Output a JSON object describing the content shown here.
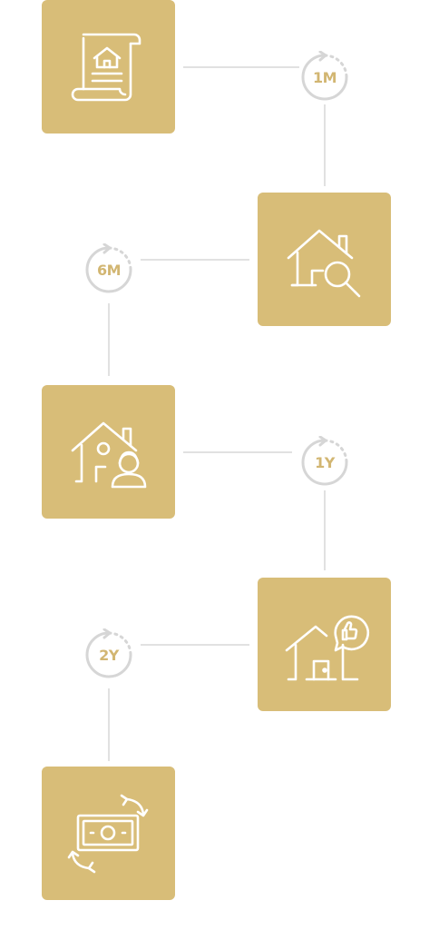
{
  "accent_color": "#d8bd78",
  "badge_text_color": "#d2b672",
  "line_color": "#e1e1e1",
  "steps": [
    {
      "icon": "house-deed-scroll-icon"
    },
    {
      "icon": "house-magnifier-icon"
    },
    {
      "icon": "house-person-icon"
    },
    {
      "icon": "house-thumbs-up-icon"
    },
    {
      "icon": "money-exchange-icon"
    }
  ],
  "badges": [
    {
      "label": "1M"
    },
    {
      "label": "6M"
    },
    {
      "label": "1Y"
    },
    {
      "label": "2Y"
    }
  ]
}
